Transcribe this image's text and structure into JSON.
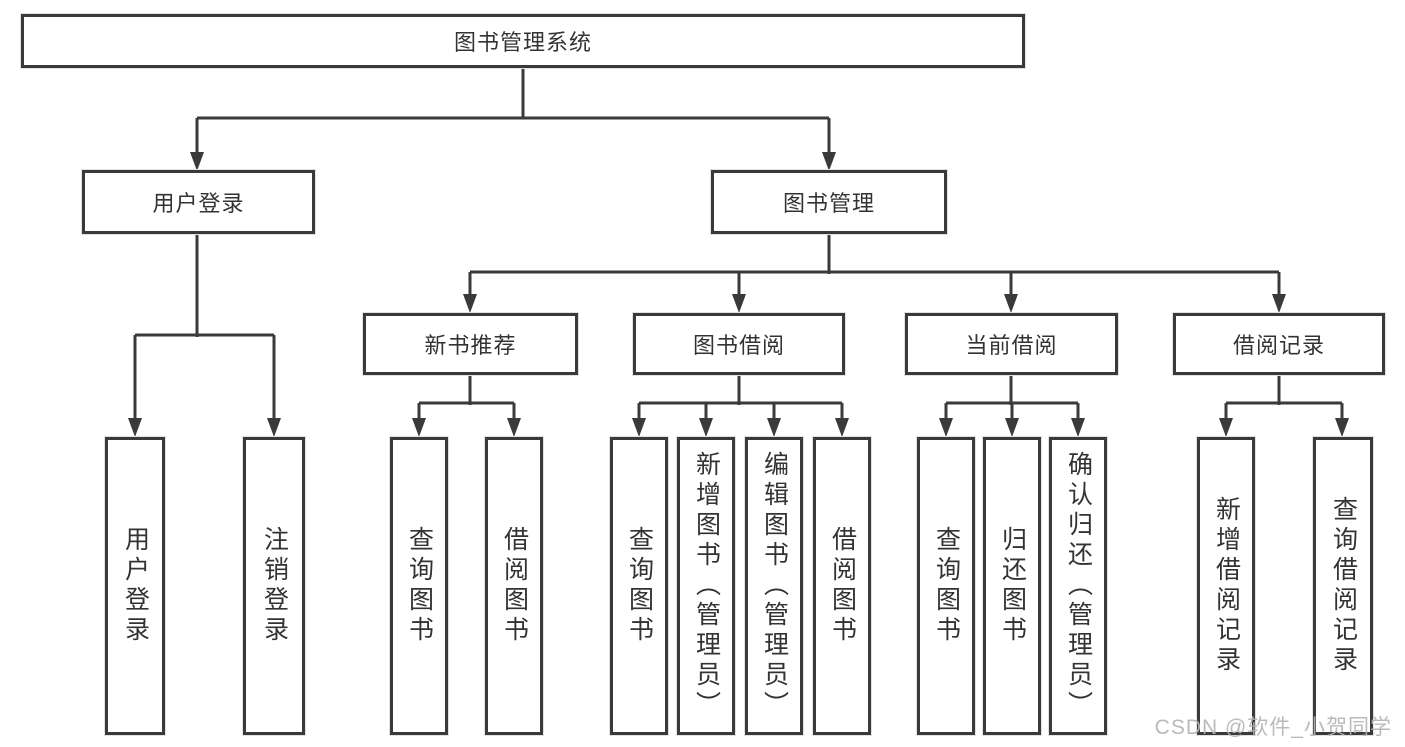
{
  "diagram": {
    "title": "图书管理系统",
    "level2": [
      "用户登录",
      "图书管理"
    ],
    "level3": [
      "新书推荐",
      "图书借阅",
      "当前借阅",
      "借阅记录"
    ],
    "leaves": [
      "用户登录",
      "注销登录",
      "查询图书",
      "借阅图书",
      "查询图书",
      "新增图书（管理员）",
      "编辑图书（管理员）",
      "借阅图书",
      "查询图书",
      "归还图书",
      "确认归还（管理员）",
      "新增借阅记录",
      "查询借阅记录"
    ],
    "hierarchy": {
      "图书管理系统": [
        "用户登录",
        "图书管理"
      ],
      "用户登录": [
        "用户登录",
        "注销登录"
      ],
      "图书管理": [
        "新书推荐",
        "图书借阅",
        "当前借阅",
        "借阅记录"
      ],
      "新书推荐": [
        "查询图书",
        "借阅图书"
      ],
      "图书借阅": [
        "查询图书",
        "新增图书（管理员）",
        "编辑图书（管理员）",
        "借阅图书"
      ],
      "当前借阅": [
        "查询图书",
        "归还图书",
        "确认归还（管理员）"
      ],
      "借阅记录": [
        "新增借阅记录",
        "查询借阅记录"
      ]
    },
    "colors": {
      "line": "#3a3a3a",
      "box_fill": "#ffffff",
      "text": "#333333",
      "watermark": "#b2b2b2"
    },
    "watermark": "CSDN @软件_小贺同学"
  }
}
